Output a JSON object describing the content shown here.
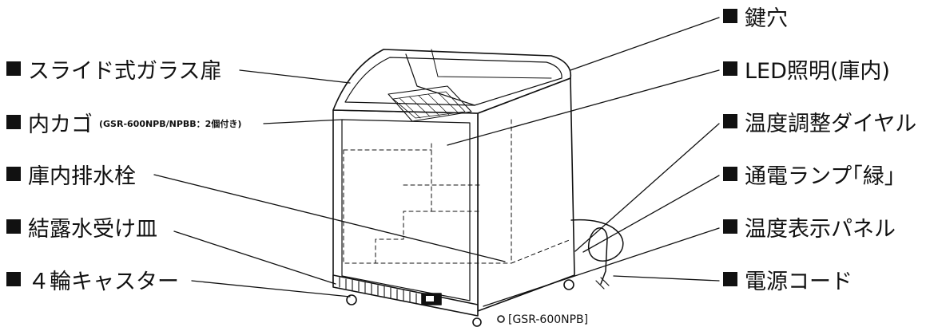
{
  "labels_left": [
    {
      "id": "glass-door",
      "text": "スライド式ガラス扉",
      "note": ""
    },
    {
      "id": "inner-basket",
      "text": "内カゴ",
      "note": "(GSR-600NPB/NPBB：2個付き)"
    },
    {
      "id": "drain-plug",
      "text": "庫内排水栓",
      "note": ""
    },
    {
      "id": "drip-tray",
      "text": "結露水受け皿",
      "note": ""
    },
    {
      "id": "casters",
      "text": "４輪キャスター",
      "note": ""
    }
  ],
  "labels_right": [
    {
      "id": "keyhole",
      "text": "鍵穴"
    },
    {
      "id": "led-light",
      "text": "LED照明(庫内)"
    },
    {
      "id": "temp-dial",
      "text": "温度調整ダイヤル"
    },
    {
      "id": "power-lamp",
      "text": "通電ランプ｢緑｣"
    },
    {
      "id": "temp-panel",
      "text": "温度表示パネル"
    },
    {
      "id": "power-cord",
      "text": "電源コード"
    }
  ],
  "model_label": "[GSR-600NPB]",
  "colors": {
    "line": "#111111",
    "background": "#ffffff"
  }
}
